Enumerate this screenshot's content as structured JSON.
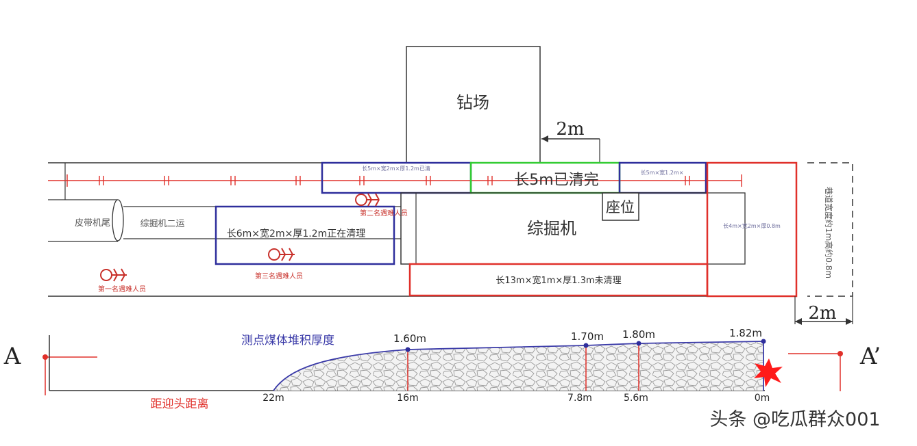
{
  "labels": {
    "drill_field": "钻场",
    "dim_2m_top": "2m",
    "cleared_box": "长5m已清完",
    "box_top_left": "长5m×宽2m×厚1.2m已清",
    "box_top_right": "长5m×宽1.2m×",
    "seat": "座位",
    "machine": "综掘机",
    "left_cylinder": "皮带机尾",
    "second_segment": "综掘机二运",
    "mid_blue_box": "长6m×宽2m×厚1.2m正在清理",
    "bottom_red_box": "长13m×宽1m×厚1.3m未清理",
    "right_red_box": "长4m×宽2m×厚0.8m",
    "right_side_vertical": "巷道宽度约1m高约0.8m",
    "dim_2m_right": "2m",
    "person_2": "第二名遇难人员",
    "person_3": "第三名遇难人员",
    "person_1": "第一名遇难人员"
  },
  "profile": {
    "section_start": "A",
    "section_end": "A’",
    "title": "测点煤体堆积厚度",
    "distance_label": "距迎头距离",
    "distances": [
      "22m",
      "16m",
      "7.8m",
      "5.6m",
      "0m"
    ],
    "thickness": [
      {
        "at": "16m",
        "label": "1.60m"
      },
      {
        "at": "7.8m",
        "label": "1.70m"
      },
      {
        "at": "5.6m",
        "label": "1.80m"
      },
      {
        "at": "0m",
        "label": "1.82m"
      }
    ]
  },
  "watermark": "头条 @吃瓜群众001",
  "colors": {
    "line": "#333333",
    "red": "#e0302a",
    "blue": "#2e2e9c",
    "green": "#33cc33",
    "profile_blue": "#3a3aa8",
    "star": "#ff1a1a"
  }
}
